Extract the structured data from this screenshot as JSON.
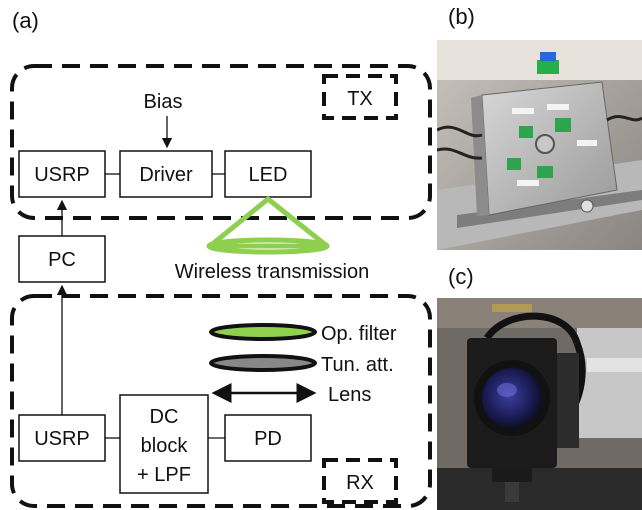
{
  "panels": {
    "a": "(a)",
    "b": "(b)",
    "c": "(c)"
  },
  "tx": {
    "tag": "TX",
    "bias": "Bias",
    "usrp": "USRP",
    "driver": "Driver",
    "led": "LED"
  },
  "pc": "PC",
  "channel": "Wireless transmission",
  "rx": {
    "tag": "RX",
    "usrp": "USRP",
    "dc_block_line1": "DC",
    "dc_block_line2": "block",
    "dc_block_line3": "+ LPF",
    "pd": "PD",
    "legend": {
      "filter": "Op. filter",
      "attenuator": "Tun. att.",
      "lens": "Lens"
    }
  },
  "colors": {
    "beam_green": "#8fcf4f",
    "filter_green": "#8fd14f",
    "attenuator_gray": "#888888"
  }
}
